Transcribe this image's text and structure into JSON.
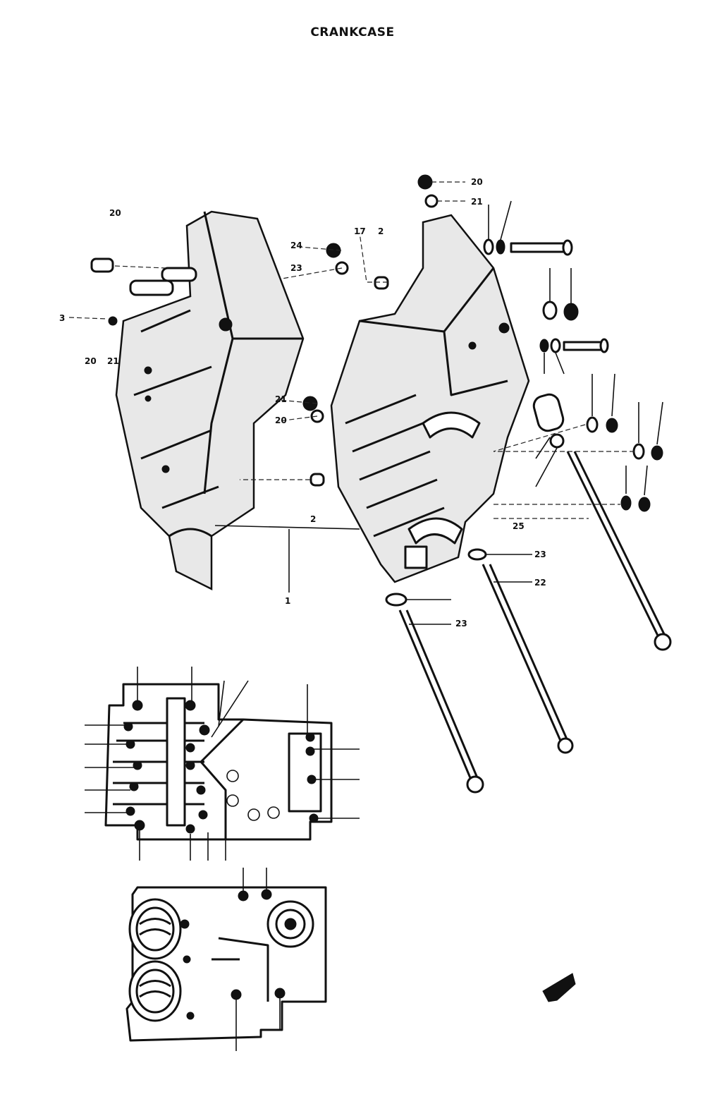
{
  "title": "CRANKCASE",
  "callouts": {
    "c1": "1",
    "c2a": "2",
    "c2b": "2",
    "c3": "3",
    "c17": "17",
    "c20a": "20",
    "c20b": "20",
    "c20c": "20",
    "c20d": "20",
    "c21a": "21",
    "c21b": "21",
    "c21c": "21",
    "c22": "22",
    "c23a": "23",
    "c23b": "23",
    "c23c": "23",
    "c24": "24",
    "c25": "25"
  }
}
